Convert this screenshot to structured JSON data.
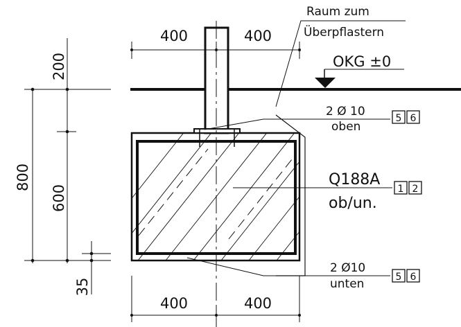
{
  "dimensions": {
    "top_left": "400",
    "top_right": "400",
    "bottom_left": "400",
    "bottom_right": "400",
    "vertical_200": "200",
    "vertical_800": "800",
    "vertical_600": "600",
    "vertical_35": "35"
  },
  "annotations": {
    "pavement_line1": "Raum zum",
    "pavement_line2": "Überpflastern",
    "okg": "OKG ±0",
    "top_bar_qty": "2 Ø 10",
    "top_bar_pos": "oben",
    "mesh": "Q188A",
    "mesh_pos": "ob/un.",
    "bottom_bar_qty": "2 Ø10",
    "bottom_bar_pos": "unten"
  },
  "markers": {
    "top_a": "5",
    "top_b": "6",
    "mesh_a": "1",
    "mesh_b": "2",
    "bottom_a": "5",
    "bottom_b": "6"
  }
}
